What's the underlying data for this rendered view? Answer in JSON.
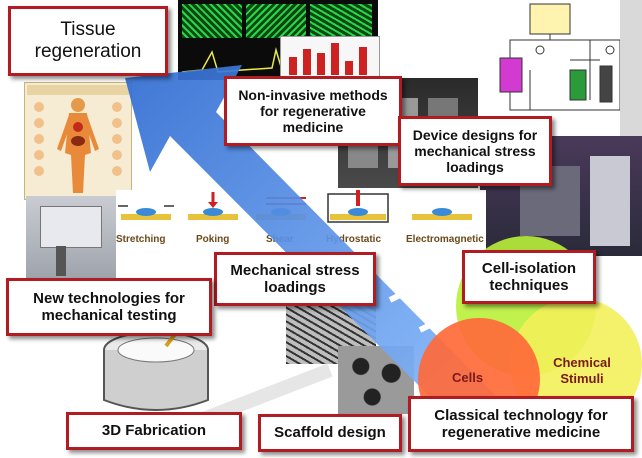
{
  "labels": {
    "tissue_regeneration": "Tissue\nregeneration",
    "non_invasive": "Non-invasive methods\nfor regenerative\nmedicine",
    "device_designs": "Device designs for\nmechanical stress\nloadings",
    "mechanical_stress": "Mechanical stress\nloadings",
    "cell_isolation": "Cell-isolation\ntechniques",
    "new_technologies": "New technologies for\nmechanical testing",
    "fabrication_3d": "3D Fabrication",
    "scaffold_design": "Scaffold design",
    "classical_technology": "Classical technology for\nregenerative medicine"
  },
  "stress_types": [
    "Stretching",
    "Poking",
    "Shear",
    "Hydrostatic",
    "Electromagnetic"
  ],
  "bubbles": {
    "cells": "Cells",
    "chemical_stimuli": "Chemical\nStimuli"
  },
  "colors": {
    "box_border": "#b01c22",
    "arrow": "#2f6bd1",
    "bubble_green": "#b9f03a",
    "bubble_yellow": "#f3f05a",
    "bubble_orange": "#ff6a3a"
  }
}
